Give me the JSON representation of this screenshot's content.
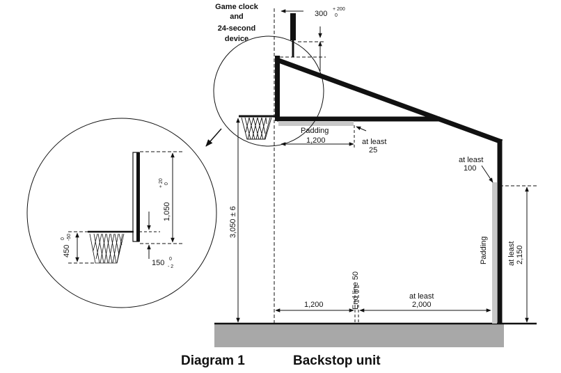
{
  "captions": {
    "diagram": "Diagram 1",
    "title": "Backstop unit"
  },
  "labels": {
    "game_clock_lines": [
      "Game clock",
      "and",
      "24-second",
      "device"
    ],
    "clock_offset_base": "300",
    "clock_offset_plus": "+ 200",
    "clock_offset_minus": "0",
    "padding_top": "Padding",
    "dim_1200_top": "1,200",
    "at_least_25": [
      "at least",
      "25"
    ],
    "at_least_100": [
      "at least",
      "100"
    ],
    "padding_side": "Padding",
    "at_least_2150": [
      "at least",
      "2,150"
    ],
    "rim_height": "3,050 ± 6",
    "dim_1200_floor": "1,200",
    "end_line": "End line 50",
    "at_least_2000": [
      "at least",
      "2,000"
    ],
    "board_height_base": "1,050",
    "board_height_plus": "+ 20",
    "board_height_minus": "0",
    "net_base": "450",
    "net_plus": "0",
    "net_minus": "-50",
    "rim_gap_base": "150",
    "rim_gap_plus": "0",
    "rim_gap_minus": "- 2"
  }
}
